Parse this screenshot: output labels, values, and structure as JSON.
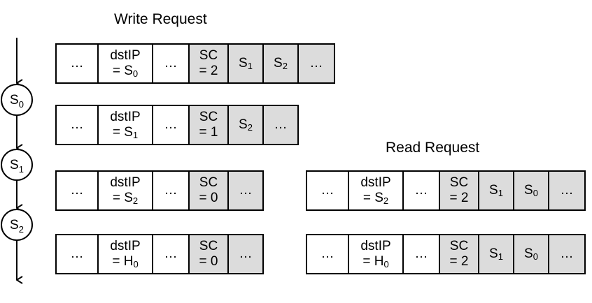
{
  "titles": {
    "write": "Write Request",
    "read": "Read Request"
  },
  "nodes": [
    {
      "base": "S",
      "sub": "0"
    },
    {
      "base": "S",
      "sub": "1"
    },
    {
      "base": "S",
      "sub": "2"
    }
  ],
  "write_rows": [
    [
      {
        "kind": "text",
        "text": "…",
        "grey": false
      },
      {
        "kind": "dst",
        "l1": "dstIP",
        "pre": "= S",
        "sub": "0",
        "grey": false
      },
      {
        "kind": "text",
        "text": "…",
        "grey": false
      },
      {
        "kind": "sc",
        "l1": "SC",
        "l2": "= 2",
        "grey": true
      },
      {
        "kind": "seg",
        "base": "S",
        "sub": "1",
        "grey": true
      },
      {
        "kind": "seg",
        "base": "S",
        "sub": "2",
        "grey": true
      },
      {
        "kind": "text",
        "text": "…",
        "grey": true
      }
    ],
    [
      {
        "kind": "text",
        "text": "…",
        "grey": false
      },
      {
        "kind": "dst",
        "l1": "dstIP",
        "pre": "= S",
        "sub": "1",
        "grey": false
      },
      {
        "kind": "text",
        "text": "…",
        "grey": false
      },
      {
        "kind": "sc",
        "l1": "SC",
        "l2": "= 1",
        "grey": true
      },
      {
        "kind": "seg",
        "base": "S",
        "sub": "2",
        "grey": true
      },
      {
        "kind": "text",
        "text": "…",
        "grey": true
      }
    ],
    [
      {
        "kind": "text",
        "text": "…",
        "grey": false
      },
      {
        "kind": "dst",
        "l1": "dstIP",
        "pre": "= S",
        "sub": "2",
        "grey": false
      },
      {
        "kind": "text",
        "text": "…",
        "grey": false
      },
      {
        "kind": "sc",
        "l1": "SC",
        "l2": "= 0",
        "grey": true
      },
      {
        "kind": "text",
        "text": "…",
        "grey": true
      }
    ],
    [
      {
        "kind": "text",
        "text": "…",
        "grey": false
      },
      {
        "kind": "dst",
        "l1": "dstIP",
        "pre": "= H",
        "sub": "0",
        "grey": false
      },
      {
        "kind": "text",
        "text": "…",
        "grey": false
      },
      {
        "kind": "sc",
        "l1": "SC",
        "l2": "= 0",
        "grey": true
      },
      {
        "kind": "text",
        "text": "…",
        "grey": true
      }
    ]
  ],
  "read_rows": [
    [
      {
        "kind": "text",
        "text": "…",
        "grey": false
      },
      {
        "kind": "dst",
        "l1": "dstIP",
        "pre": "= S",
        "sub": "2",
        "grey": false
      },
      {
        "kind": "text",
        "text": "…",
        "grey": false
      },
      {
        "kind": "sc",
        "l1": "SC",
        "l2": "= 2",
        "grey": true
      },
      {
        "kind": "seg",
        "base": "S",
        "sub": "1",
        "grey": true
      },
      {
        "kind": "seg",
        "base": "S",
        "sub": "0",
        "grey": true
      },
      {
        "kind": "text",
        "text": "…",
        "grey": true
      }
    ],
    [
      {
        "kind": "text",
        "text": "…",
        "grey": false
      },
      {
        "kind": "dst",
        "l1": "dstIP",
        "pre": "= H",
        "sub": "0",
        "grey": false
      },
      {
        "kind": "text",
        "text": "…",
        "grey": false
      },
      {
        "kind": "sc",
        "l1": "SC",
        "l2": "= 2",
        "grey": true
      },
      {
        "kind": "seg",
        "base": "S",
        "sub": "1",
        "grey": true
      },
      {
        "kind": "seg",
        "base": "S",
        "sub": "0",
        "grey": true
      },
      {
        "kind": "text",
        "text": "…",
        "grey": true
      }
    ]
  ]
}
